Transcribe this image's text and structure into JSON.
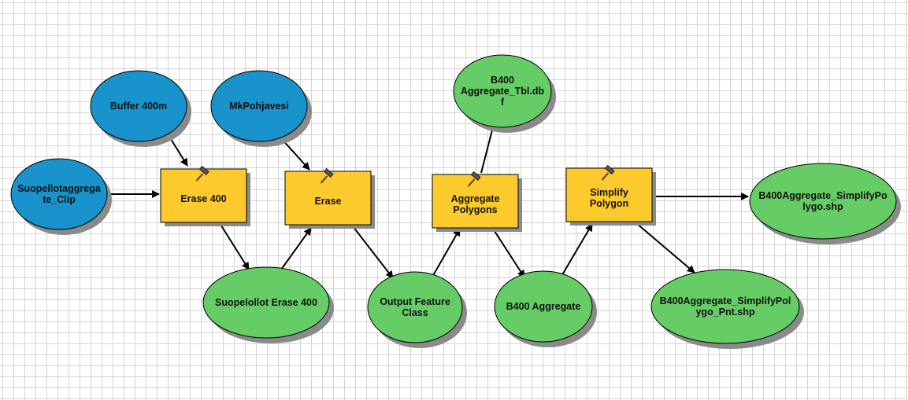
{
  "colors": {
    "input_data": "#1893cc",
    "tool": "#fdca2e",
    "derived_data": "#66cc66",
    "shadow": "#8a8a8a",
    "outline": "#000000",
    "grid": "#d4d4d4"
  },
  "nodes": {
    "buffer": {
      "kind": "input_data",
      "lines": [
        "Buffer 400m"
      ]
    },
    "mkpohjavesi": {
      "kind": "input_data",
      "lines": [
        "MkPohjavesi"
      ]
    },
    "suopello_clip": {
      "kind": "input_data",
      "lines": [
        "Suopellotaggrega",
        "te_Clip"
      ]
    },
    "erase400": {
      "kind": "tool",
      "icon": "hammer-icon",
      "lines": [
        "Erase 400"
      ]
    },
    "erase": {
      "kind": "tool",
      "icon": "hammer-icon",
      "lines": [
        "Erase"
      ]
    },
    "aggregate_polygons": {
      "kind": "tool",
      "icon": "hammer-icon",
      "lines": [
        "Aggregate",
        "Polygons"
      ]
    },
    "simplify_polygon": {
      "kind": "tool",
      "icon": "hammer-icon",
      "lines": [
        "Simplify",
        "Polygon"
      ]
    },
    "suopelollot_erase400": {
      "kind": "derived_data",
      "lines": [
        "Suopelollot Erase 400"
      ]
    },
    "output_feature_class": {
      "kind": "derived_data",
      "lines": [
        "Output Feature",
        "Class"
      ]
    },
    "b400_aggregate": {
      "kind": "derived_data",
      "lines": [
        "B400 Aggregate"
      ]
    },
    "b400_aggregate_tbl": {
      "kind": "derived_data",
      "lines": [
        "B400",
        "Aggregate_Tbl.db",
        "f"
      ]
    },
    "b400_simplify_polygo": {
      "kind": "derived_data",
      "lines": [
        "B400Aggregate_SimplifyPo",
        "lygo.shp"
      ]
    },
    "b400_simplify_pnt": {
      "kind": "derived_data",
      "lines": [
        "B400Aggregate_SimplifyPol",
        "ygo_Pnt.shp"
      ]
    }
  },
  "connections": [
    [
      "buffer",
      "erase400"
    ],
    [
      "suopello_clip",
      "erase400"
    ],
    [
      "erase400",
      "suopelollot_erase400"
    ],
    [
      "suopelollot_erase400",
      "erase"
    ],
    [
      "mkpohjavesi",
      "erase"
    ],
    [
      "erase",
      "output_feature_class"
    ],
    [
      "output_feature_class",
      "aggregate_polygons"
    ],
    [
      "aggregate_polygons",
      "b400_aggregate_tbl"
    ],
    [
      "aggregate_polygons",
      "b400_aggregate"
    ],
    [
      "b400_aggregate",
      "simplify_polygon"
    ],
    [
      "simplify_polygon",
      "b400_simplify_polygo"
    ],
    [
      "simplify_polygon",
      "b400_simplify_pnt"
    ]
  ]
}
